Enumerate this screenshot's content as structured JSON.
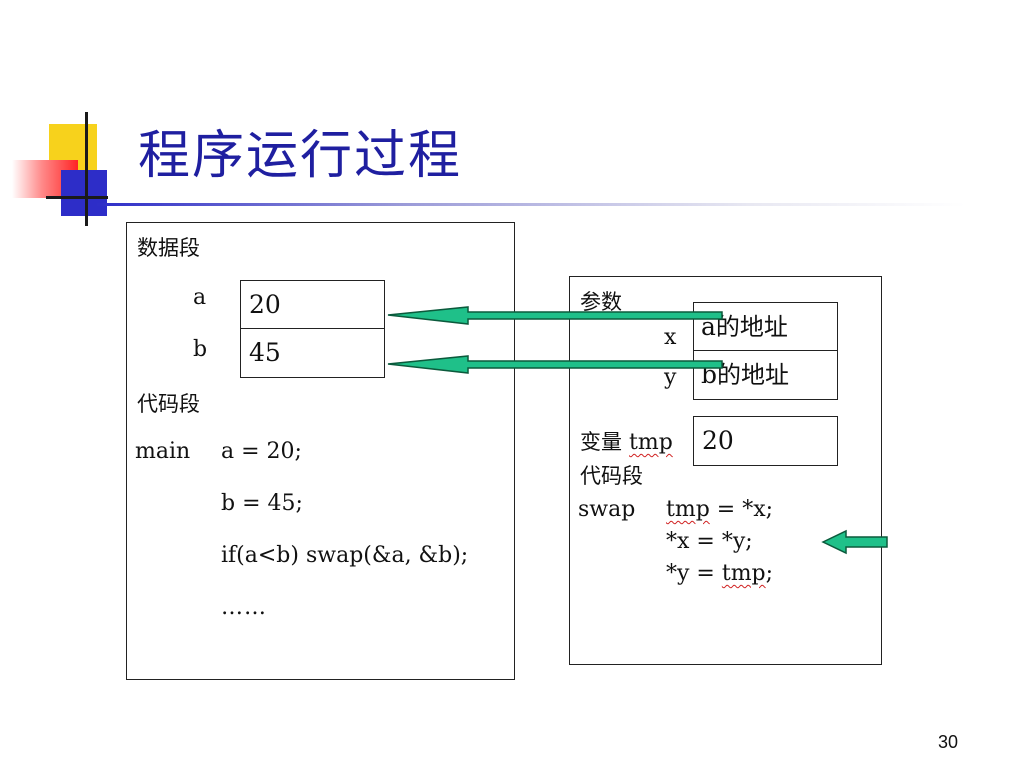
{
  "title": "程序运行过程",
  "page_number": "30",
  "data_segment": {
    "label": "数据段",
    "vars": [
      {
        "name": "a",
        "value": "20"
      },
      {
        "name": "b",
        "value": "45"
      }
    ]
  },
  "code_segment": {
    "label": "代码段",
    "func": "main",
    "lines": [
      "a = 20;",
      "b = 45;",
      "if(a<b) swap(&a, &b);",
      "……"
    ]
  },
  "swap_frame": {
    "params_label": "参数",
    "params": [
      {
        "name": "x",
        "value_prefix": "a",
        "value_suffix": "的地址"
      },
      {
        "name": "y",
        "value_prefix": "b",
        "value_suffix": "的地址"
      }
    ],
    "var_label": "变量",
    "var_name": "tmp",
    "var_value": "20",
    "code_label": "代码段",
    "func": "swap",
    "lines": [
      {
        "pre": "",
        "squig": "tmp",
        "post": " = *x;"
      },
      {
        "pre": "*x = *y;",
        "squig": "",
        "post": ""
      },
      {
        "pre": "*y = ",
        "squig": "tmp",
        "post": ";"
      }
    ]
  },
  "colors": {
    "arrow_fill": "#1fc089",
    "arrow_stroke": "#0b5a3c",
    "title": "#1f1fa0"
  }
}
